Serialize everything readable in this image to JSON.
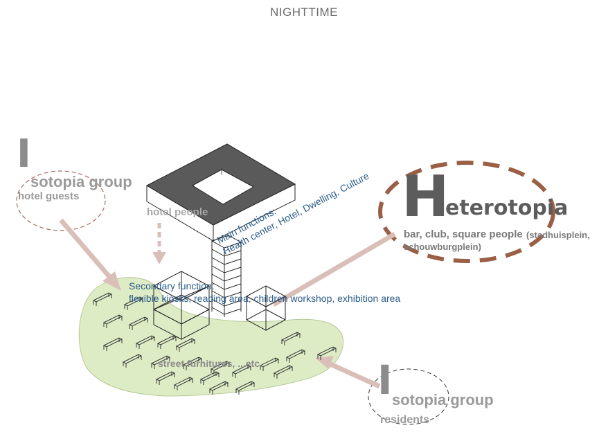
{
  "title": "NIGHTTIME",
  "isotopia_top": {
    "letter": "I",
    "rest": "sotopia  group",
    "subtitle": "hotel guests"
  },
  "isotopia_bottom": {
    "letter": "I",
    "rest": "sotopia group",
    "subtitle": "residents"
  },
  "heterotopia": {
    "letter": "H",
    "rest": "eterotopia",
    "subtitle_main": "bar, club, square people",
    "subtitle_paren1": "(stadhuisplein,",
    "subtitle_paren2": "schouwburgplein)"
  },
  "labels": {
    "hotel_people": "hotel people",
    "main_functions_line1": "Main functions:",
    "main_functions_line2": "Health center, Hotel, Dwelling, Culture",
    "secondary_line1": "Secondary function:",
    "secondary_line2": "flexible kiosks, reading area, children workshop, exhibition area",
    "street_furniture": "street furnitures, ...etc."
  },
  "colors": {
    "green_fill": "#deecc6",
    "green_stroke": "#b6c896",
    "arrow": "#d9bfb8",
    "dashed_red": "#a56a62",
    "heterotopia_dash": "#9a5f45",
    "building_top": "#5a5a5a",
    "blue_text": "#2b5c8a"
  }
}
